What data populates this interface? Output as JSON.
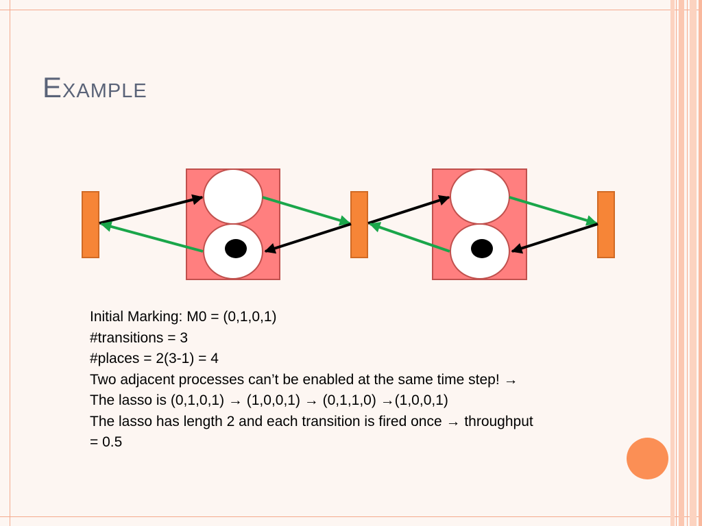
{
  "slide": {
    "title": "Example",
    "accent_color": "#f27e3b",
    "body_lines": [
      "Initial Marking: M0 = (0,1,0,1)",
      "#transitions = 3",
      "#places = 2(3-1) = 4",
      "Two adjacent processes can’t be enabled at the same time step! →",
      "The lasso is (0,1,0,1) → (1,0,0,1) → (0,1,1,0) →(1,0,0,1)",
      "The lasso has length 2 and each transition is fired once → throughput",
      "= 0.5"
    ]
  },
  "diagram": {
    "transitions": [
      "transition-1",
      "transition-2",
      "transition-3"
    ],
    "places": [
      {
        "group": 1,
        "position": "top",
        "tokens": 0
      },
      {
        "group": 1,
        "position": "bottom",
        "tokens": 1
      },
      {
        "group": 2,
        "position": "top",
        "tokens": 0
      },
      {
        "group": 2,
        "position": "bottom",
        "tokens": 1
      }
    ],
    "colors": {
      "transition": "#f68537",
      "place_group_box": "#ff7f7f",
      "place": "#ffffff",
      "token": "#000000",
      "arc_black": "#000000",
      "arc_green": "#1aa64a"
    }
  }
}
